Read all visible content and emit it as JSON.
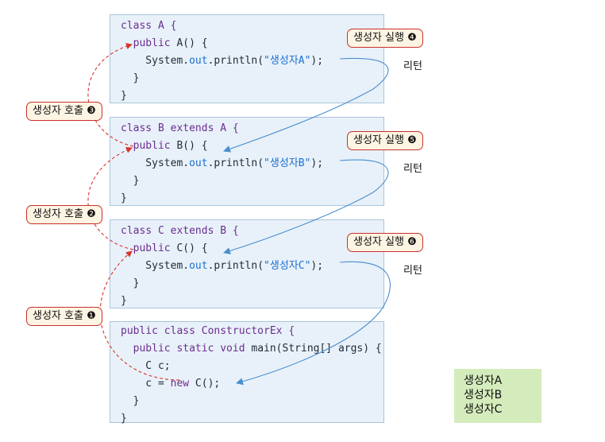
{
  "code_blocks": [
    {
      "lines": [
        [
          {
            "t": "class A {",
            "c": "kw"
          }
        ],
        [
          {
            "t": "  "
          },
          {
            "t": "public",
            "c": "kw"
          },
          {
            "t": " A() {"
          }
        ],
        [
          {
            "t": "    System."
          },
          {
            "t": "out",
            "c": "fld"
          },
          {
            "t": ".println("
          },
          {
            "t": "\"생성자A\"",
            "c": "str"
          },
          {
            "t": ");"
          }
        ],
        [
          {
            "t": "  }"
          }
        ],
        [
          {
            "t": "}"
          }
        ]
      ]
    },
    {
      "lines": [
        [
          {
            "t": "class B extends A {",
            "c": "kw"
          }
        ],
        [
          {
            "t": "  "
          },
          {
            "t": "public",
            "c": "kw"
          },
          {
            "t": " B() {"
          }
        ],
        [
          {
            "t": "    System."
          },
          {
            "t": "out",
            "c": "fld"
          },
          {
            "t": ".println("
          },
          {
            "t": "\"생성자B\"",
            "c": "str"
          },
          {
            "t": ");"
          }
        ],
        [
          {
            "t": "  }"
          }
        ],
        [
          {
            "t": "}"
          }
        ]
      ]
    },
    {
      "lines": [
        [
          {
            "t": "class C extends B {",
            "c": "kw"
          }
        ],
        [
          {
            "t": "  "
          },
          {
            "t": "public",
            "c": "kw"
          },
          {
            "t": " C() {"
          }
        ],
        [
          {
            "t": "    System."
          },
          {
            "t": "out",
            "c": "fld"
          },
          {
            "t": ".println("
          },
          {
            "t": "\"생성자C\"",
            "c": "str"
          },
          {
            "t": ");"
          }
        ],
        [
          {
            "t": "  }"
          }
        ],
        [
          {
            "t": "}"
          }
        ]
      ]
    },
    {
      "lines": [
        [
          {
            "t": "public class ConstructorEx {",
            "c": "kw"
          }
        ],
        [
          {
            "t": "  "
          },
          {
            "t": "public static void",
            "c": "kw"
          },
          {
            "t": " main(String[] args) {"
          }
        ],
        [
          {
            "t": "    C c;"
          }
        ],
        [
          {
            "t": "    c = "
          },
          {
            "t": "new",
            "c": "kw"
          },
          {
            "t": " C();"
          }
        ],
        [
          {
            "t": "  }"
          }
        ],
        [
          {
            "t": "}"
          }
        ]
      ]
    }
  ],
  "call_labels": [
    "생성자 호출 ❸",
    "생성자 호출 ❷",
    "생성자 호출 ❶"
  ],
  "exec_labels": [
    "생성자 실행 ❹",
    "생성자 실행 ❺",
    "생성자 실행 ❻"
  ],
  "return_labels": [
    "리턴",
    "리턴",
    "리턴"
  ],
  "output_lines": [
    "생성자A",
    "생성자B",
    "생성자C"
  ],
  "colors": {
    "call_arrow": "#d9342b",
    "return_arrow": "#4a8fd0",
    "box_bg": "#e8f1f9",
    "output_bg": "#d4ecbc"
  }
}
